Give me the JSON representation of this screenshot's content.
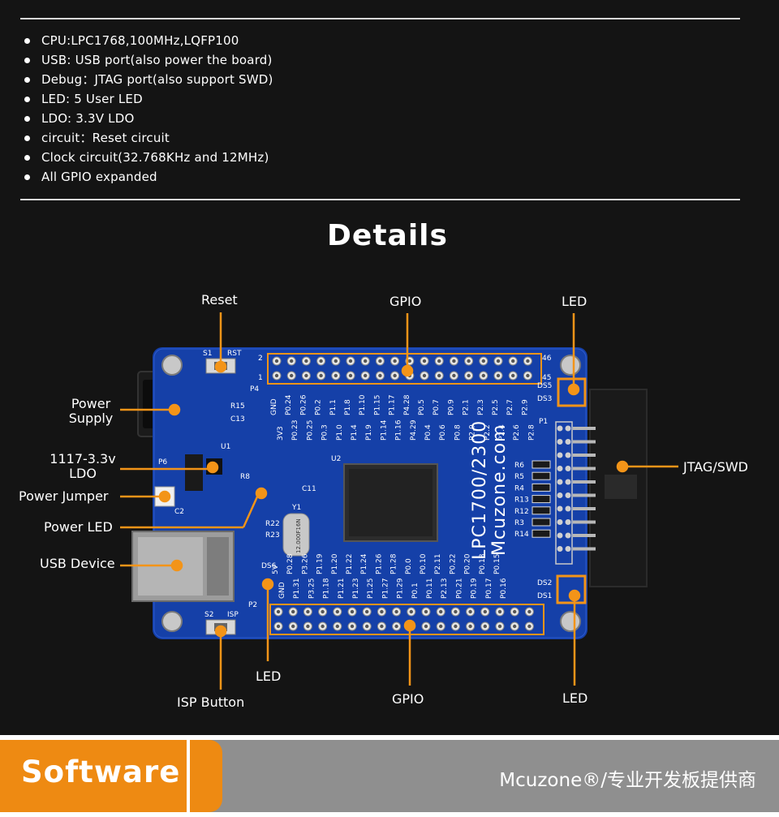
{
  "features": [
    "CPU:LPC1768,100MHz,LQFP100",
    "USB: USB port(also power the board)",
    "Debug：JTAG port(also support SWD)",
    "LED: 5 User LED",
    "LDO: 3.3V LDO",
    "circuit：Reset circuit",
    "Clock circuit(32.768KHz and 12MHz)",
    "All GPIO expanded"
  ],
  "details_title": "Details",
  "callouts": {
    "reset": "Reset",
    "gpio_top": "GPIO",
    "led_top": "LED",
    "power_supply_1": "Power",
    "power_supply_2": "Supply",
    "ldo_1": "1117-3.3v",
    "ldo_2": "LDO",
    "power_jumper": "Power Jumper",
    "power_led": "Power LED",
    "usb_device": "USB Device",
    "jtag_swd": "JTAG/SWD",
    "led_bottom_left": "LED",
    "isp_button": "ISP Button",
    "gpio_bottom": "GPIO",
    "led_bottom_right": "LED"
  },
  "board": {
    "model": "LPC1700/2300",
    "site": "Mcuzone.com",
    "silk": {
      "s1": "S1",
      "rst": "RST",
      "s2": "S2",
      "isp": "ISP",
      "p4": "P4",
      "p1": "P1",
      "p2": "P2",
      "p6": "P6",
      "u1": "U1",
      "u2": "U2",
      "y1": "Y1",
      "r15": "R15",
      "c13": "C13",
      "r8": "R8",
      "c11": "C11",
      "c2": "C2",
      "r22": "R22",
      "r23": "R23",
      "ds5": "DS5",
      "ds3": "DS3",
      "ds2": "DS2",
      "ds1": "DS1",
      "ds6": "DS6",
      "pin2": "2",
      "pin1": "1",
      "pin46": "46",
      "pin45": "45",
      "crystal": "12.000F16N"
    },
    "top_pins": [
      "3V3",
      "P0.23",
      "P0.25",
      "P0.3",
      "P1.0",
      "P1.4",
      "P1.9",
      "P1.14",
      "P1.16",
      "P4.29",
      "P0.4",
      "P0.6",
      "P0.8",
      "P2.0",
      "P2.2",
      "P2.4",
      "P2.6",
      "P2.8"
    ],
    "top_pins2": [
      "GND",
      "P0.24",
      "P0.26",
      "P0.2",
      "P1.1",
      "P1.8",
      "P1.10",
      "P1.15",
      "P1.17",
      "P4.28",
      "P0.5",
      "P0.7",
      "P0.9",
      "P2.1",
      "P2.3",
      "P2.5",
      "P2.7",
      "P2.9"
    ],
    "bottom_pins": [
      "GND",
      "P1.31",
      "P3.25",
      "P1.18",
      "P1.21",
      "P1.23",
      "P1.25",
      "P1.27",
      "P1.29",
      "P0.1",
      "P0.11",
      "P2.13",
      "P0.21",
      "P0.19",
      "P0.17",
      "P0.16"
    ],
    "bottom_pins2": [
      "5V",
      "P0.28",
      "P3.26",
      "P1.19",
      "P1.20",
      "P1.22",
      "P1.24",
      "P1.26",
      "P1.28",
      "P0.0",
      "P0.10",
      "P2.11",
      "P0.22",
      "P0.20",
      "P0.18",
      "P0.15"
    ],
    "right_res": [
      "R6",
      "R5",
      "R4",
      "R13",
      "R12",
      "R3",
      "R14"
    ]
  },
  "footer": {
    "section_title": "Software",
    "brand": "Mcuzone®/专业开发板提供商"
  },
  "colors": {
    "accent": "#f39418",
    "board_blue": "#1540a8",
    "footer_orange": "#ee8a12"
  }
}
